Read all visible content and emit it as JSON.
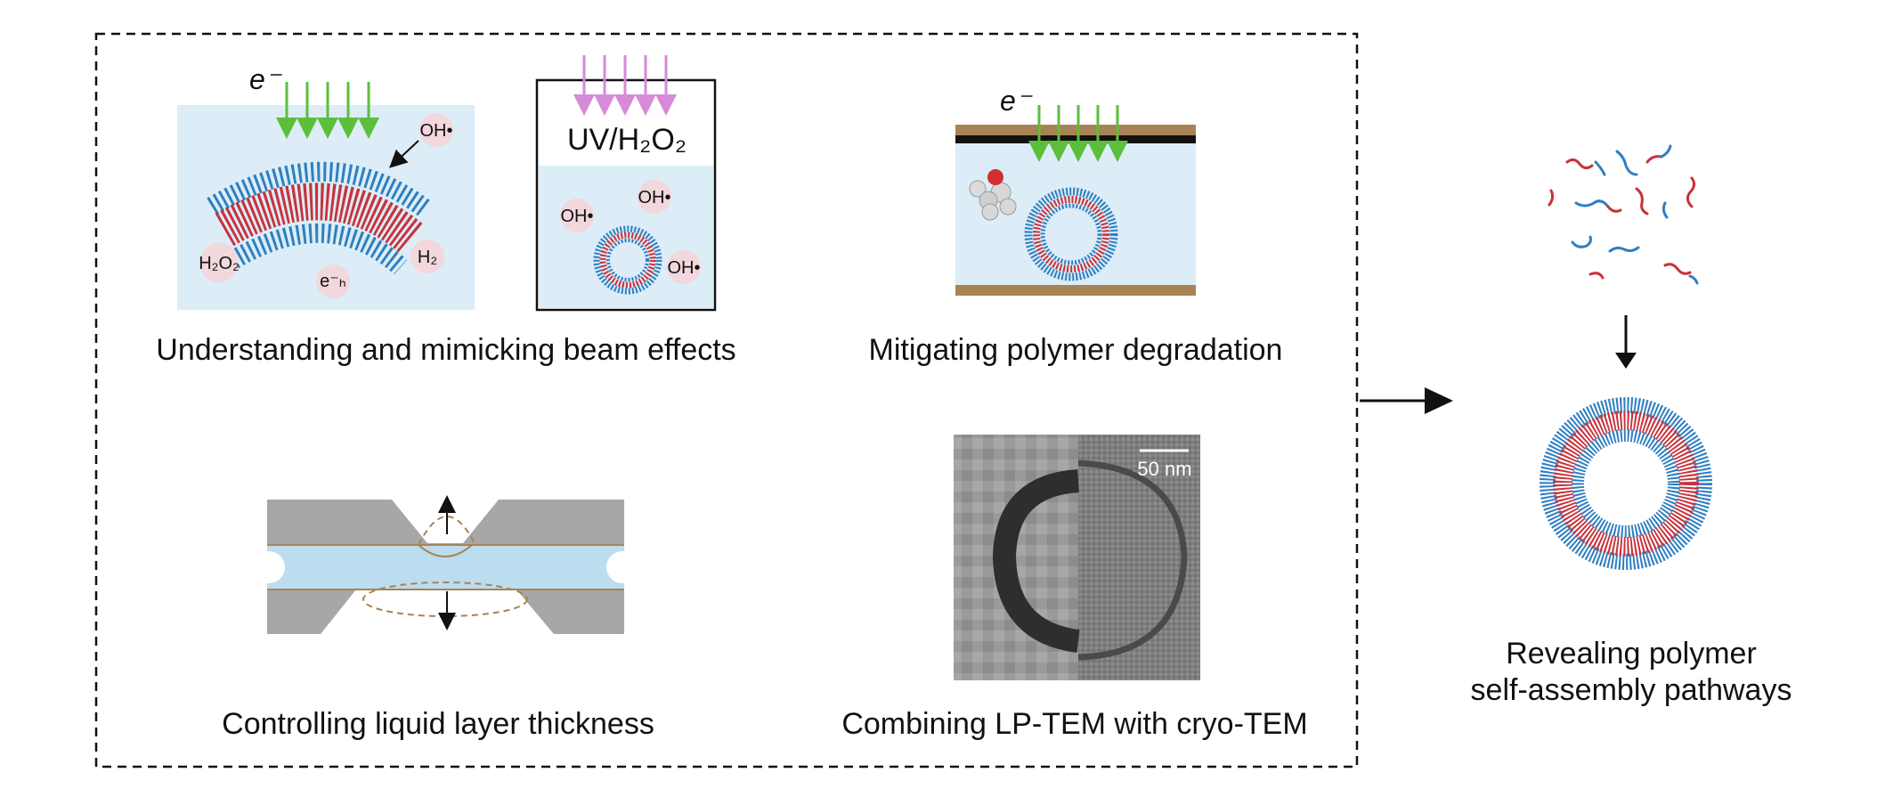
{
  "panels": {
    "beam_effects": {
      "caption": "Understanding and mimicking beam effects",
      "electron_label": "e⁻",
      "radicals": [
        "OH•",
        "H₂O₂",
        "H₂",
        "e⁻ₕ"
      ],
      "uv_label": "UV/H₂O₂",
      "uv_radicals": [
        "OH•",
        "OH•",
        "OH•"
      ]
    },
    "degradation": {
      "caption": "Mitigating polymer degradation",
      "electron_label": "e⁻"
    },
    "thickness": {
      "caption": "Controlling liquid layer thickness"
    },
    "cryo": {
      "caption": "Combining LP-TEM with cryo-TEM",
      "scale_bar": "50 nm"
    }
  },
  "result": {
    "caption_line1": "Revealing polymer",
    "caption_line2": "self-assembly pathways"
  },
  "colors": {
    "water": "#dcedf7",
    "hydrophobic": "#c8323c",
    "hydrophilic": "#2f7fc1",
    "electron_arrow": "#5bbf3b",
    "uv_arrow": "#d78ad8",
    "radical": "#f2d7dc",
    "substrate": "#a88356",
    "chip": "#a8a6a6",
    "liquid": "#bcdcef"
  }
}
